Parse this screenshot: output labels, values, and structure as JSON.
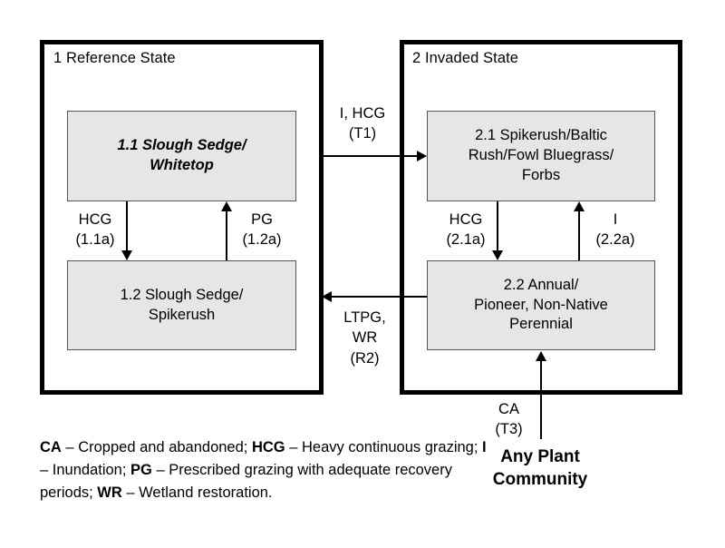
{
  "diagram": {
    "states": [
      {
        "id": "state-1",
        "title": "1 Reference State",
        "communities": [
          {
            "id": "1.1",
            "lines": [
              "1.1  Slough Sedge/",
              "Whitetop"
            ],
            "emphasis": "italic-bold"
          },
          {
            "id": "1.2",
            "lines": [
              "1.2  Slough Sedge/",
              "Spikerush"
            ],
            "emphasis": "normal"
          }
        ],
        "internal_transitions": [
          {
            "code": "HCG",
            "ref": "(1.1a)",
            "direction": "down"
          },
          {
            "code": "PG",
            "ref": "(1.2a)",
            "direction": "up"
          }
        ]
      },
      {
        "id": "state-2",
        "title": "2 Invaded State",
        "communities": [
          {
            "id": "2.1",
            "lines": [
              "2.1 Spikerush/Baltic",
              "Rush/Fowl Bluegrass/",
              "Forbs"
            ],
            "emphasis": "normal"
          },
          {
            "id": "2.2",
            "lines": [
              "2.2 Annual/",
              "Pioneer, Non-Native",
              "Perennial"
            ],
            "emphasis": "normal"
          }
        ],
        "internal_transitions": [
          {
            "code": "HCG",
            "ref": "(2.1a)",
            "direction": "down"
          },
          {
            "code": "I",
            "ref": "(2.2a)",
            "direction": "up"
          }
        ]
      }
    ],
    "state_transitions": [
      {
        "id": "T1",
        "lines": [
          "I, HCG",
          "(T1)"
        ],
        "from": "1.1",
        "to": "2.1",
        "direction": "right"
      },
      {
        "id": "R2",
        "lines": [
          "LTPG,",
          "WR",
          "(R2)"
        ],
        "from": "2.2",
        "to": "1.2",
        "direction": "left"
      },
      {
        "id": "T3",
        "lines": [
          "CA",
          "(T3)"
        ],
        "from": "any-plant-community",
        "to": "2.2",
        "direction": "up"
      }
    ],
    "external_nodes": [
      {
        "id": "any-plant-community",
        "lines": [
          "Any Plant",
          "Community"
        ]
      }
    ]
  },
  "legend": {
    "entries": [
      {
        "abbr": "CA",
        "dash": " – ",
        "definition": "Cropped and abandoned; "
      },
      {
        "abbr": "HCG",
        "dash": " – ",
        "definition": "Heavy continuous grazing; "
      },
      {
        "abbr": "I",
        "dash": " – ",
        "definition": "Inundation; "
      },
      {
        "abbr": "PG",
        "dash": " – ",
        "definition": "Prescribed grazing with adequate recovery periods; "
      },
      {
        "abbr": "WR",
        "dash": " – ",
        "definition": "Wetland restoration."
      }
    ]
  },
  "colors": {
    "box_fill": "#e6e6e6",
    "box_border": "#555555",
    "frame": "#000000",
    "background": "#ffffff"
  }
}
